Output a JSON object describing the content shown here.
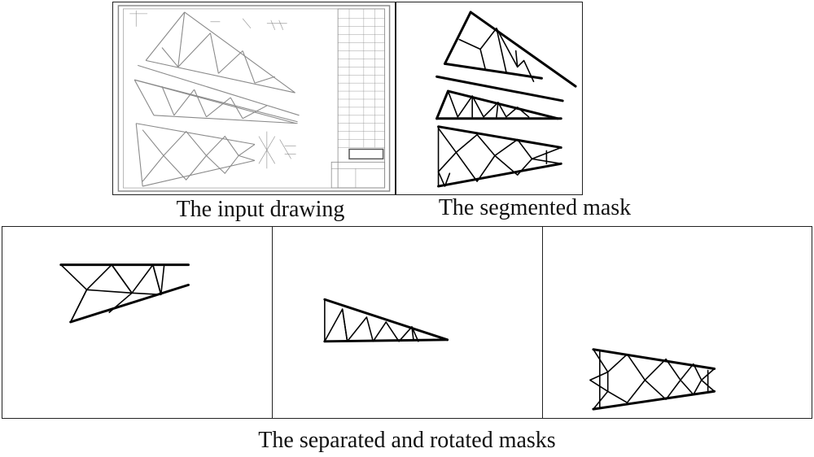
{
  "captions": {
    "input": "The input drawing",
    "segmented": "The segmented mask",
    "separated": "The separated and rotated masks"
  },
  "colors": {
    "outline": "#222222",
    "ink": "#000000",
    "drawing_line": "#8a8a8a"
  }
}
